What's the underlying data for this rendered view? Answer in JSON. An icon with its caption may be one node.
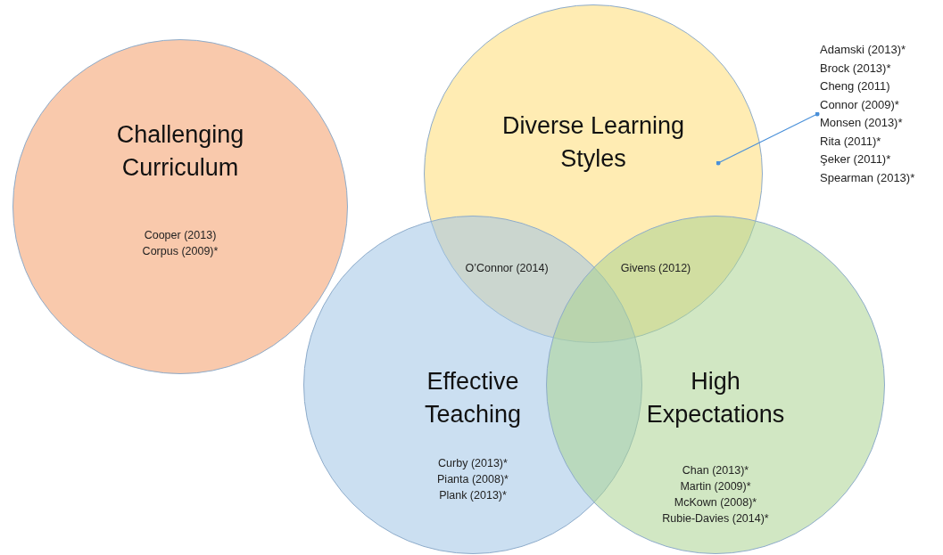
{
  "diagram": {
    "nodes": [
      {
        "text": [
          "Challenging Curriculum",
          "Cooper (2013)",
          "Corpus (2009)*"
        ]
      },
      {
        "text": [
          "Diverse Learning Styles"
        ]
      },
      {
        "text": [
          "Effective Teaching",
          "Curby (2013)*",
          "Pianta (2008)*",
          "Plank (2013)*"
        ]
      },
      {
        "text": [
          "High Expectations",
          "Chan (2013)*",
          "Martin (2009)*",
          "McKown (2008)*",
          "Rubie-Davies (2014)*"
        ]
      },
      {
        "text": [
          "Adamski (2013)*",
          "Brock (2013)*",
          "Cheng (2011)",
          "Connor (2009)*",
          "Monsen (2013)*",
          "Rita (2011)*",
          "Şeker (2011)*",
          "Spearman (2013)*"
        ]
      }
    ],
    "edges": [
      {
        "from": 4,
        "to": 1,
        "arrow": "other"
      }
    ],
    "labels": [
      "O’Connor (2014)",
      "Givens (2012)"
    ]
  }
}
